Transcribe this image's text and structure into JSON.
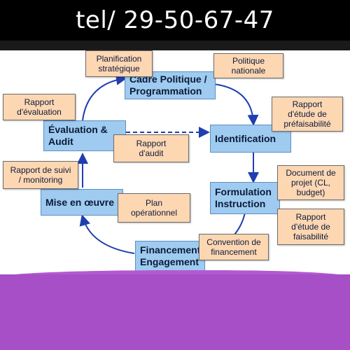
{
  "banner": {
    "text": "tel/ 29-50-67-47"
  },
  "main_boxes": {
    "cadre": "Cadre Politique /\nProgrammation",
    "identification": "Identification",
    "formulation": "Formulation\nInstruction",
    "financement": "Financement\nEngagement",
    "mise": "Mise en œuvre",
    "evaluation": "Évaluation &\nAudit"
  },
  "notes": {
    "planification": "Planification\nstratégique",
    "politique": "Politique\nnationale",
    "prefaisabilite": "Rapport\nd'étude de\npréfaisabilité",
    "document_projet": "Document de\nprojet (CL,\nbudget)",
    "faisabilite": "Rapport\nd'étude de\nfaisabilité",
    "convention": "Convention de\nfinancement",
    "plan": "Plan\nopérationnel",
    "suivi": "Rapport de suivi\n/ monitoring",
    "evaluation_rapport": "Rapport\nd'évaluation",
    "audit": "Rapport\nd'audit"
  },
  "colors": {
    "arrow": "#1f3fb0",
    "main_fill": "#9fcbf0",
    "note_fill": "#fdd7b2",
    "footer": "#a64fc6"
  }
}
